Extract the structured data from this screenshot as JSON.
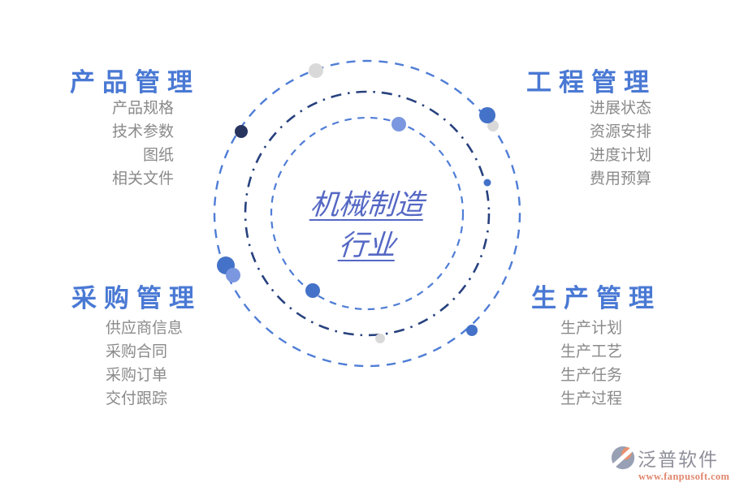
{
  "center": {
    "line1": "机械制造",
    "line2": "行业"
  },
  "quadrants": [
    {
      "title": "产品管理",
      "items": [
        "产品规格",
        "技术参数",
        "图纸",
        "相关文件"
      ]
    },
    {
      "title": "工程管理",
      "items": [
        "进展状态",
        "资源安排",
        "进度计划",
        "费用预算"
      ]
    },
    {
      "title": "采购管理",
      "items": [
        "供应商信息",
        "采购合同",
        "采购订单",
        "交付跟踪"
      ]
    },
    {
      "title": "生产管理",
      "items": [
        "生产计划",
        "生产工艺",
        "生产任务",
        "生产过程"
      ]
    }
  ],
  "colors": {
    "heading_blue": "#4a79d4",
    "item_gray": "#8a8a8a",
    "center_text": "#5568c4",
    "circle_light": "#4f7dd6",
    "circle_dark": "#27417e",
    "dot_blue": "#4472c8",
    "dot_blue_light": "#7b97e0",
    "dot_navy": "#27345e",
    "dot_gray": "#d9d9d9",
    "logo_gray": "#8f8f9a",
    "logo_orange": "#e0876e"
  },
  "logo": {
    "name": "泛普软件",
    "url": "www.fanpusoft.com"
  }
}
